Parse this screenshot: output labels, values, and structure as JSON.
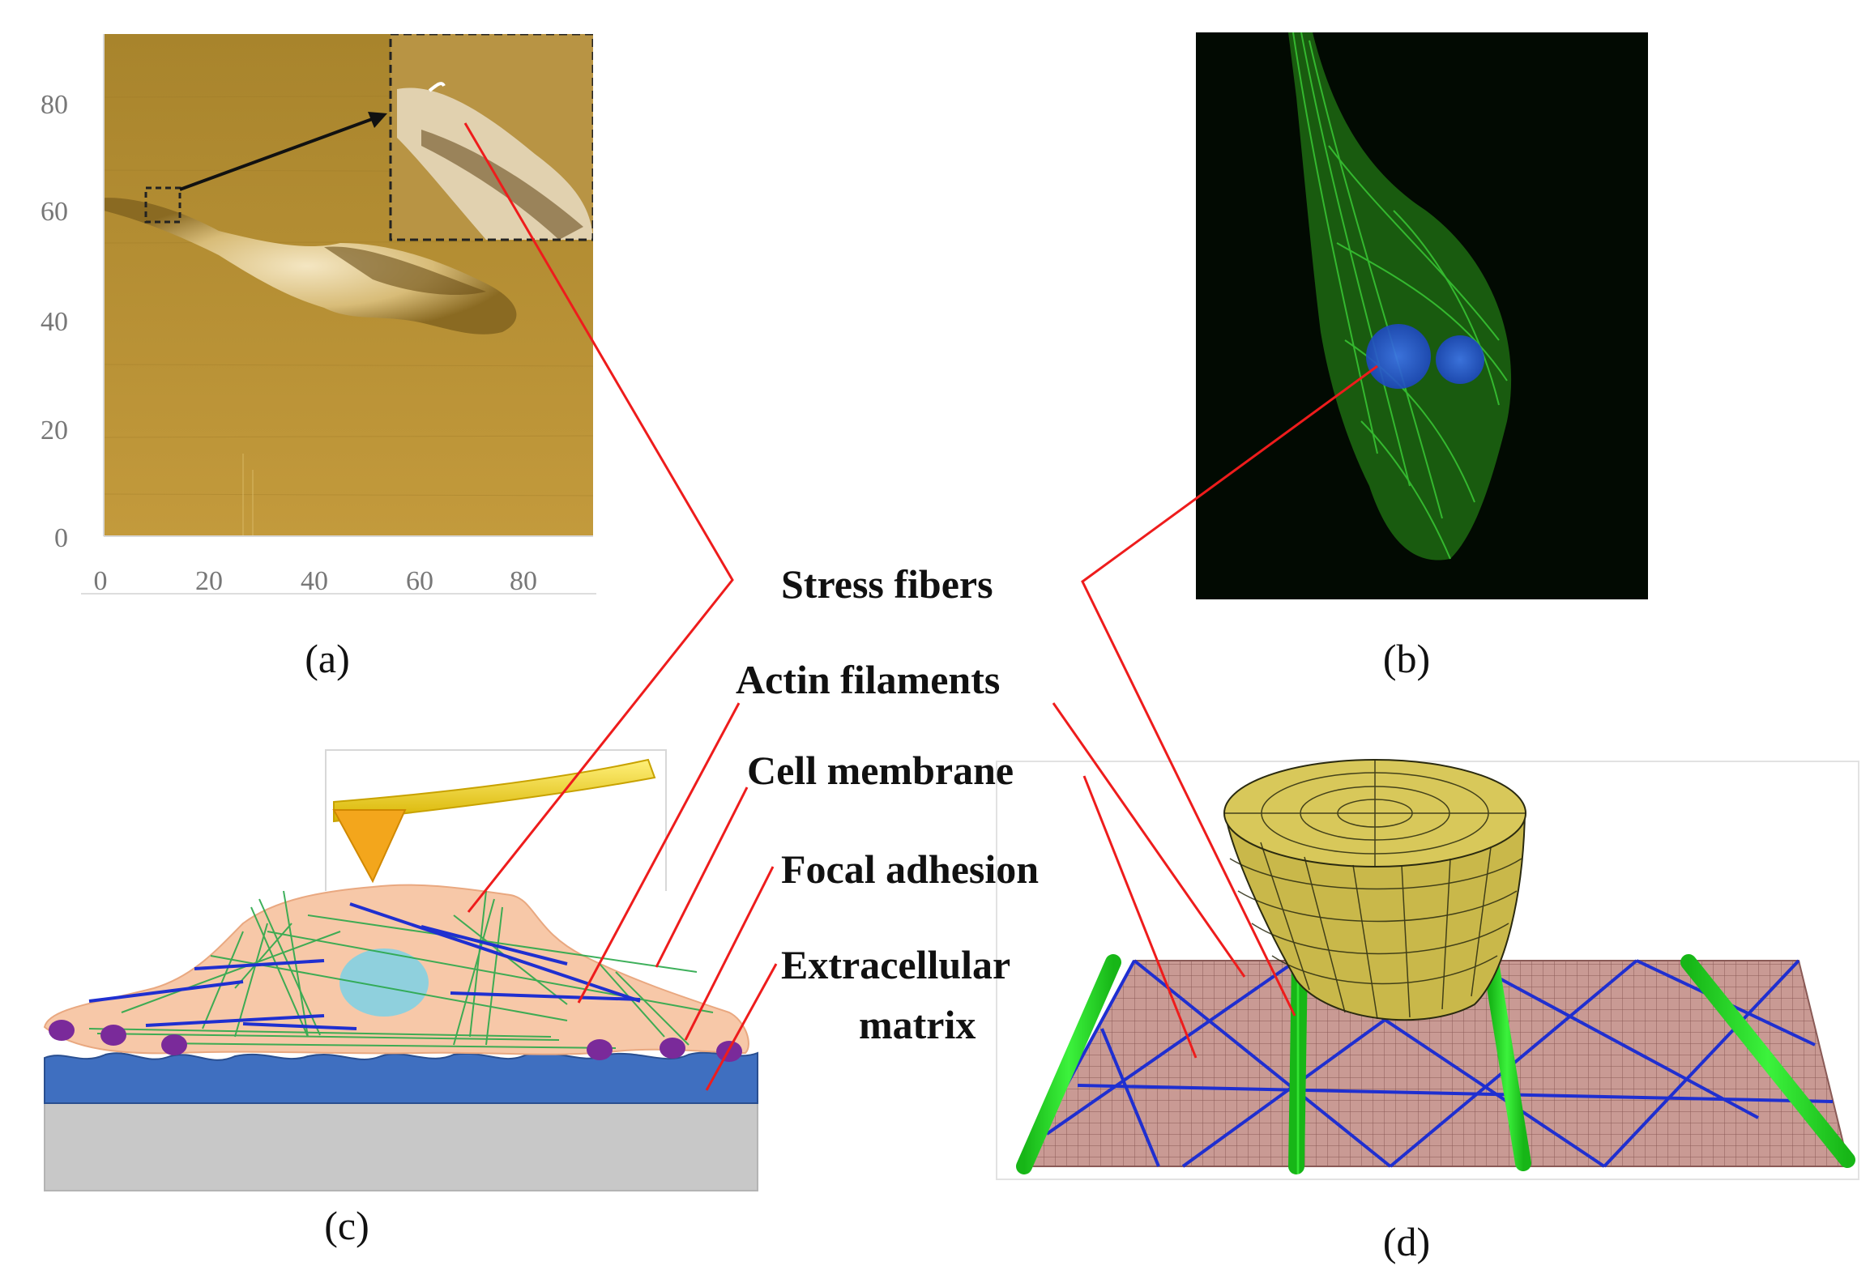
{
  "panel_a": {
    "axis_x_ticks": [
      "0",
      "20",
      "40",
      "60",
      "80"
    ],
    "axis_y_ticks": [
      "0",
      "20",
      "40",
      "60",
      "80"
    ],
    "caption": "(a)"
  },
  "panel_b": {
    "caption": "(b)"
  },
  "panel_c": {
    "caption": "(c)"
  },
  "panel_d": {
    "caption": "(d)"
  },
  "labels": {
    "stress_fibers": "Stress fibers",
    "actin_filaments": "Actin filaments",
    "cell_membrane": "Cell membrane",
    "focal_adhesion": "Focal adhesion",
    "ecm_line1": "Extracellular",
    "ecm_line2": "matrix"
  },
  "colors": {
    "leader_line": "#ee1c1c",
    "afm_gold": "#b08a2e",
    "fluorescence_green": "#33cc33",
    "nucleus_blue": "#2a5fd8",
    "cell_body": "#f7c8a8",
    "substrate_blue": "#3f6fc0",
    "focal_adhesion_purple": "#7a2a9a",
    "indenter_yellow": "#c9b84a",
    "mesh_pink": "#c99a94",
    "fiber_green": "#22dd22",
    "filament_blue": "#1f2fd0"
  }
}
